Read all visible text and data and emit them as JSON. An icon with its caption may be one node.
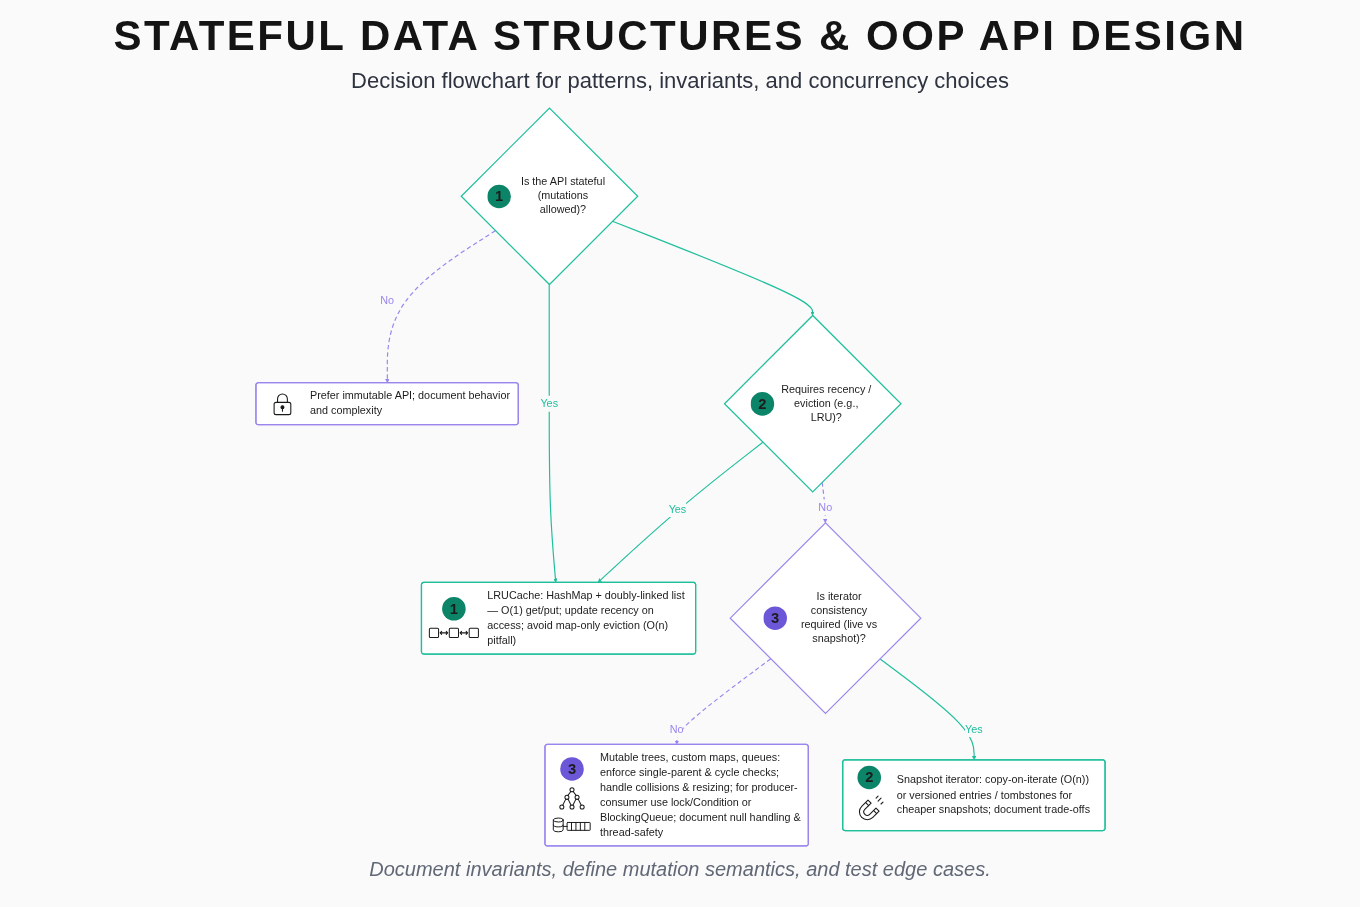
{
  "diagram": {
    "title": "STATEFUL DATA STRUCTURES & OOP API DESIGN",
    "caption": "Document invariants, define mutation semantics, and test edge cases.",
    "nodes": [
      {
        "text": [
          "1",
          "Is the API stateful (mutations allowed)?"
        ]
      },
      {
        "text": [
          "Prefer immutable API; document behavior and complexity"
        ]
      },
      {
        "text": [
          "2",
          "Requires recency / eviction (e.g., LRU)?"
        ]
      },
      {
        "text": [
          "1",
          "LRUCache: HashMap + doubly-linked list — O(1) get/put; update recency on access; avoid map-only eviction (O(n) pitfall)"
        ]
      },
      {
        "text": [
          "3",
          "Mutable trees, custom maps, queues: enforce single-parent & cycle checks; handle collisions & resizing; for producer-consumer use lock/Condition or BlockingQueue; document null handling & thread-safety"
        ]
      },
      {
        "text": [
          "3",
          "Is iterator consistency required (live vs snapshot)?"
        ]
      },
      {
        "text": [
          "2",
          "Snapshot iterator: copy-on-iterate (O(n)) or versioned entries / tombstones for cheaper snapshots; document trade-offs"
        ]
      }
    ],
    "edges": [
      {
        "from": 0,
        "to": 1,
        "arrow": "to",
        "label": "No",
        "style": "dashed",
        "color": "#9b86ee"
      },
      {
        "from": 0,
        "to": 3,
        "arrow": "to",
        "label": "Yes"
      },
      {
        "from": 0,
        "to": 2,
        "arrow": "to"
      },
      {
        "from": 2,
        "to": 3,
        "arrow": "to",
        "label": "Yes"
      },
      {
        "from": 2,
        "to": 5,
        "arrow": "to",
        "label": "No",
        "style": "dashed",
        "color": "#9b86ee"
      },
      {
        "from": 5,
        "to": 4,
        "arrow": "to",
        "label": "No",
        "style": "dashed",
        "color": "#9b86ee"
      },
      {
        "from": 5,
        "to": 6,
        "arrow": "to",
        "label": "Yes"
      }
    ],
    "labels": [
      "Decision flowchart for patterns, invariants, and concurrency choices"
    ]
  }
}
